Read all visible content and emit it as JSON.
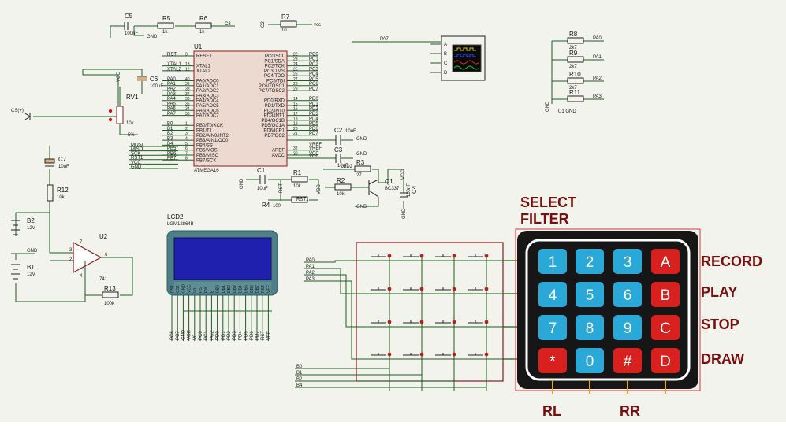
{
  "schematic": {
    "top": {
      "c5": "C5",
      "c5v": "100nF",
      "gnd": "GND",
      "r5": "R5",
      "r5v": "1k",
      "r6": "R6",
      "r6v": "1k",
      "c3": "C3",
      "c2": "C2",
      "r7": "R7",
      "r7v": "10",
      "vcc": "vcc",
      "pa7": "PA7"
    },
    "mcu": {
      "ref": "U1",
      "part": "ATMEGA16",
      "left_nets": [
        "RST",
        "",
        "XTAL1",
        "XTAL2",
        "",
        "PA0",
        "PA1",
        "PA2",
        "PA3",
        "PA4",
        "PA5",
        "PA6",
        "PA7",
        "",
        "B0",
        "B1",
        "B2",
        "B3",
        "B4",
        "PB5",
        "PB6",
        "PB7"
      ],
      "left_nums": [
        "9",
        "",
        "13",
        "12",
        "",
        "40",
        "39",
        "38",
        "37",
        "36",
        "35",
        "34",
        "33",
        "",
        "1",
        "2",
        "3",
        "4",
        "5",
        "6",
        "7",
        "8"
      ],
      "left_pins": [
        "RESET",
        "",
        "XTAL1",
        "XTAL2",
        "",
        "PA0/ADC0",
        "PA1/ADC1",
        "PA2/ADC2",
        "PA3/ADC3",
        "PA4/ADC4",
        "PA5/ADC5",
        "PA6/ADC6",
        "PA7/ADC7",
        "",
        "PB0/T0/XCK",
        "PB1/T1",
        "PB2/AIN0/INT2",
        "PB3/AIN1/OC0",
        "PB4/SS",
        "PB5/MOSI",
        "PB6/MISO",
        "PB7/SCK"
      ],
      "right_pins": [
        "PC0/SCL",
        "PC1/SDA",
        "PC2/TCK",
        "PC3/TMS",
        "PC4/TDO",
        "PC5/TDI",
        "PC6/TOSC1",
        "PC7/TOSC2",
        "",
        "PD0/RXD",
        "PD1/TXD",
        "PD2/INT0",
        "PD3/INT1",
        "PD4/OC1B",
        "PD5/OC1A",
        "PD6/ICP1",
        "PD7/OC2",
        "",
        "",
        "AREF",
        "AVCC"
      ],
      "right_nums": [
        "22",
        "23",
        "24",
        "25",
        "26",
        "27",
        "28",
        "29",
        "",
        "14",
        "15",
        "16",
        "17",
        "18",
        "19",
        "20",
        "21",
        "",
        "",
        "32",
        "30"
      ],
      "right_nets": [
        "PC0",
        "PC1",
        "PC2",
        "PC3",
        "PC4",
        "PC5",
        "PC6",
        "PC7",
        "",
        "PD0",
        "PD1",
        "PD2",
        "PD3",
        "PD4",
        "PD5",
        "PD6",
        "PD7",
        "",
        "",
        "VREF",
        "VCC"
      ]
    },
    "isp": [
      "MOSI",
      "MISO",
      "SCK",
      "RST1",
      "VCC",
      "GND"
    ],
    "input": {
      "cs": "CS(+)",
      "rv1": "RV1",
      "rv1v": "10k",
      "c6": "C6",
      "c6v": "100uF",
      "c7": "C7",
      "c7v": "10uF",
      "r12": "R12",
      "r12v": "10k",
      "vcc": "VCC",
      "five": "5%"
    },
    "opamp": {
      "b2": "B2",
      "b2v": "12V",
      "b1": "B1",
      "b1v": "12V",
      "gnd": "GND",
      "u2": "U2",
      "part": "741",
      "r13": "R13",
      "r13v": "100k",
      "p2": "2",
      "p3": "3",
      "p6": "6",
      "p7": "7",
      "p4": "4"
    },
    "mid": {
      "c2": "C2",
      "c2v": "10uF",
      "c3": "C3",
      "c3v": "10uF",
      "vref": "VREF",
      "vcc": "VCC",
      "gnd": "GND",
      "c1": "C1",
      "c1v": "10uF",
      "r1": "R1",
      "r1v": "10k",
      "r3": "R3",
      "r3v": "27",
      "led2": "LED2",
      "q1": "Q1",
      "q1v": "BC337",
      "r2": "R2",
      "r2v": "10k",
      "r4": "R4",
      "r4v": "100",
      "rst1": "RST1",
      "rst": "RST",
      "c4": "C4",
      "c4v": "100nF",
      "vcc2": "VCC"
    },
    "scope": {
      "a": "A",
      "b": "B",
      "c": "C",
      "d": "D"
    },
    "pullups": {
      "r8": "R8",
      "r9": "R9",
      "r10": "R10",
      "r11": "R11",
      "val": "2k7",
      "pa0": "PA0",
      "pa1": "PA1",
      "pa2": "PA2",
      "pa3": "PA3",
      "gnd": "GND",
      "u1gnd": "U1 GND"
    },
    "lcd": {
      "ref": "LCD2",
      "part": "LGM12864B",
      "pins": [
        "CS1",
        "CS2",
        "GND",
        "VCC",
        "V0",
        "RS",
        "RW",
        "E",
        "DB0",
        "DB1",
        "DB2",
        "DB3",
        "DB4",
        "DB5",
        "DB6",
        "DB7",
        "RST",
        "VEE"
      ],
      "nets": [
        "PC6",
        "PC7",
        "GND",
        "VCC",
        "V0",
        "PC0",
        "PC1",
        "PC2",
        "PD0",
        "PD1",
        "PD2",
        "PD3",
        "PD4",
        "PD5",
        "PD6",
        "PD7",
        "RST",
        "VEE"
      ]
    },
    "kb_nets": {
      "rows": [
        "PA0",
        "PA1",
        "PA2",
        "PA3"
      ],
      "cols": [
        "B0",
        "B1",
        "B2",
        "B4"
      ]
    }
  },
  "labels": {
    "select_filter_1": "SELECT",
    "select_filter_2": "FILTER",
    "record": "RECORD",
    "play": "PLAY",
    "stop": "STOP",
    "draw": "DRAW",
    "rl": "RL",
    "rr": "RR"
  },
  "keypad": {
    "rows": [
      [
        "1",
        "2",
        "3",
        "A"
      ],
      [
        "4",
        "5",
        "6",
        "B"
      ],
      [
        "7",
        "8",
        "9",
        "C"
      ],
      [
        "*",
        "0",
        "#",
        "D"
      ]
    ],
    "colors": {
      "number": "#2aa8d8",
      "letter": "#d8201e",
      "body": "#161616",
      "frame": "#ffffff",
      "bus": "#e0a81c"
    }
  }
}
